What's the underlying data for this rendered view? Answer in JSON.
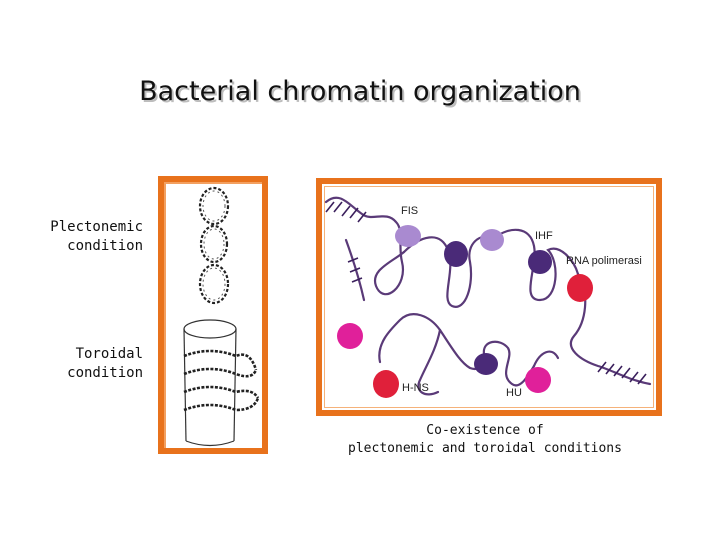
{
  "title": "Bacterial chromatin organization",
  "labels": {
    "plectonemic": [
      "Plectonemic",
      "condition"
    ],
    "toroidal": [
      "Toroidal",
      "condition"
    ]
  },
  "proteins": {
    "fis": "FIS",
    "ihf": "IHF",
    "rnap": "RNA polimerasi",
    "hns": "H-NS",
    "hu": "HU"
  },
  "caption": [
    "Co-existence of",
    "plectonemic and toroidal conditions"
  ],
  "colors": {
    "frame": "#e8721c",
    "dna": "#5a3a78",
    "fis": "#a98ad0",
    "ihf": "#4a2a78",
    "rnap": "#e0203a",
    "hns": "#e0209a",
    "hu": "#e0209a"
  }
}
